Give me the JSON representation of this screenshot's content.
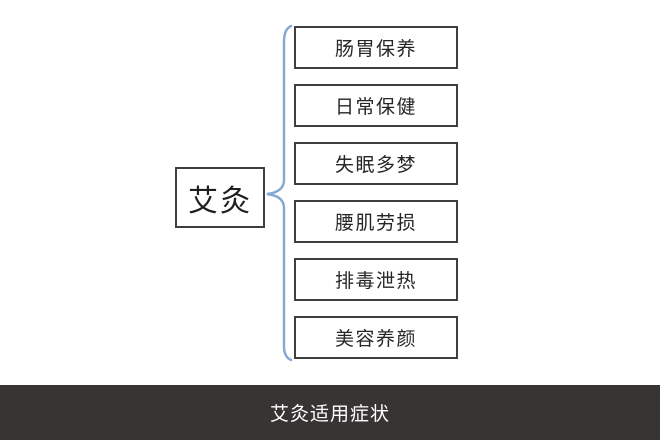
{
  "diagram": {
    "root": {
      "label": "艾灸"
    },
    "items": [
      {
        "label": "肠胃保养"
      },
      {
        "label": "日常保健"
      },
      {
        "label": "失眠多梦"
      },
      {
        "label": "腰肌劳损"
      },
      {
        "label": "排毒泄热"
      },
      {
        "label": "美容养颜"
      }
    ]
  },
  "caption": {
    "text": "艾灸适用症状"
  },
  "colors": {
    "brace": "#84a7d4",
    "box_border": "#3f3f3f",
    "box_text": "#262626",
    "caption_bg": "#383434",
    "caption_text": "#ffffff",
    "background": "#ffffff"
  }
}
